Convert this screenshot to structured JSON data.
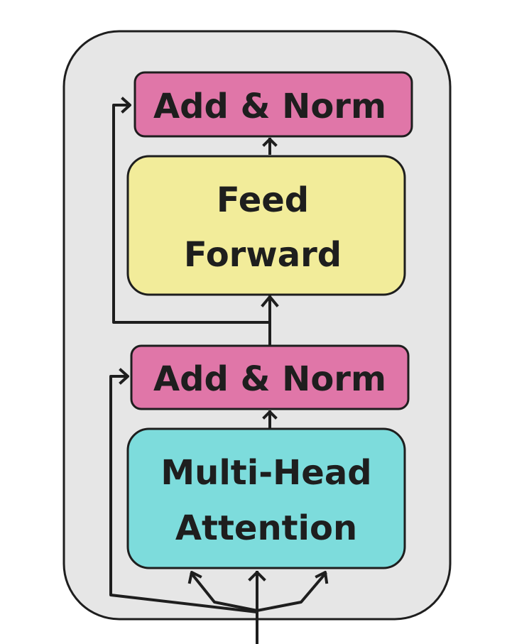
{
  "colors": {
    "block_background": "#e6e6e6",
    "outline": "#1e1e1e",
    "add_norm": "#e076a8",
    "feed_forward": "#f2ec9a",
    "attention": "#7ddcdc",
    "text": "#1e1e1e"
  },
  "blocks": {
    "add_norm_top": {
      "label": "Add & Norm"
    },
    "feed_forward": {
      "line1": "Feed",
      "line2": "Forward"
    },
    "add_norm_bottom": {
      "label": "Add & Norm"
    },
    "attention": {
      "line1": "Multi-Head",
      "line2": "Attention"
    }
  }
}
